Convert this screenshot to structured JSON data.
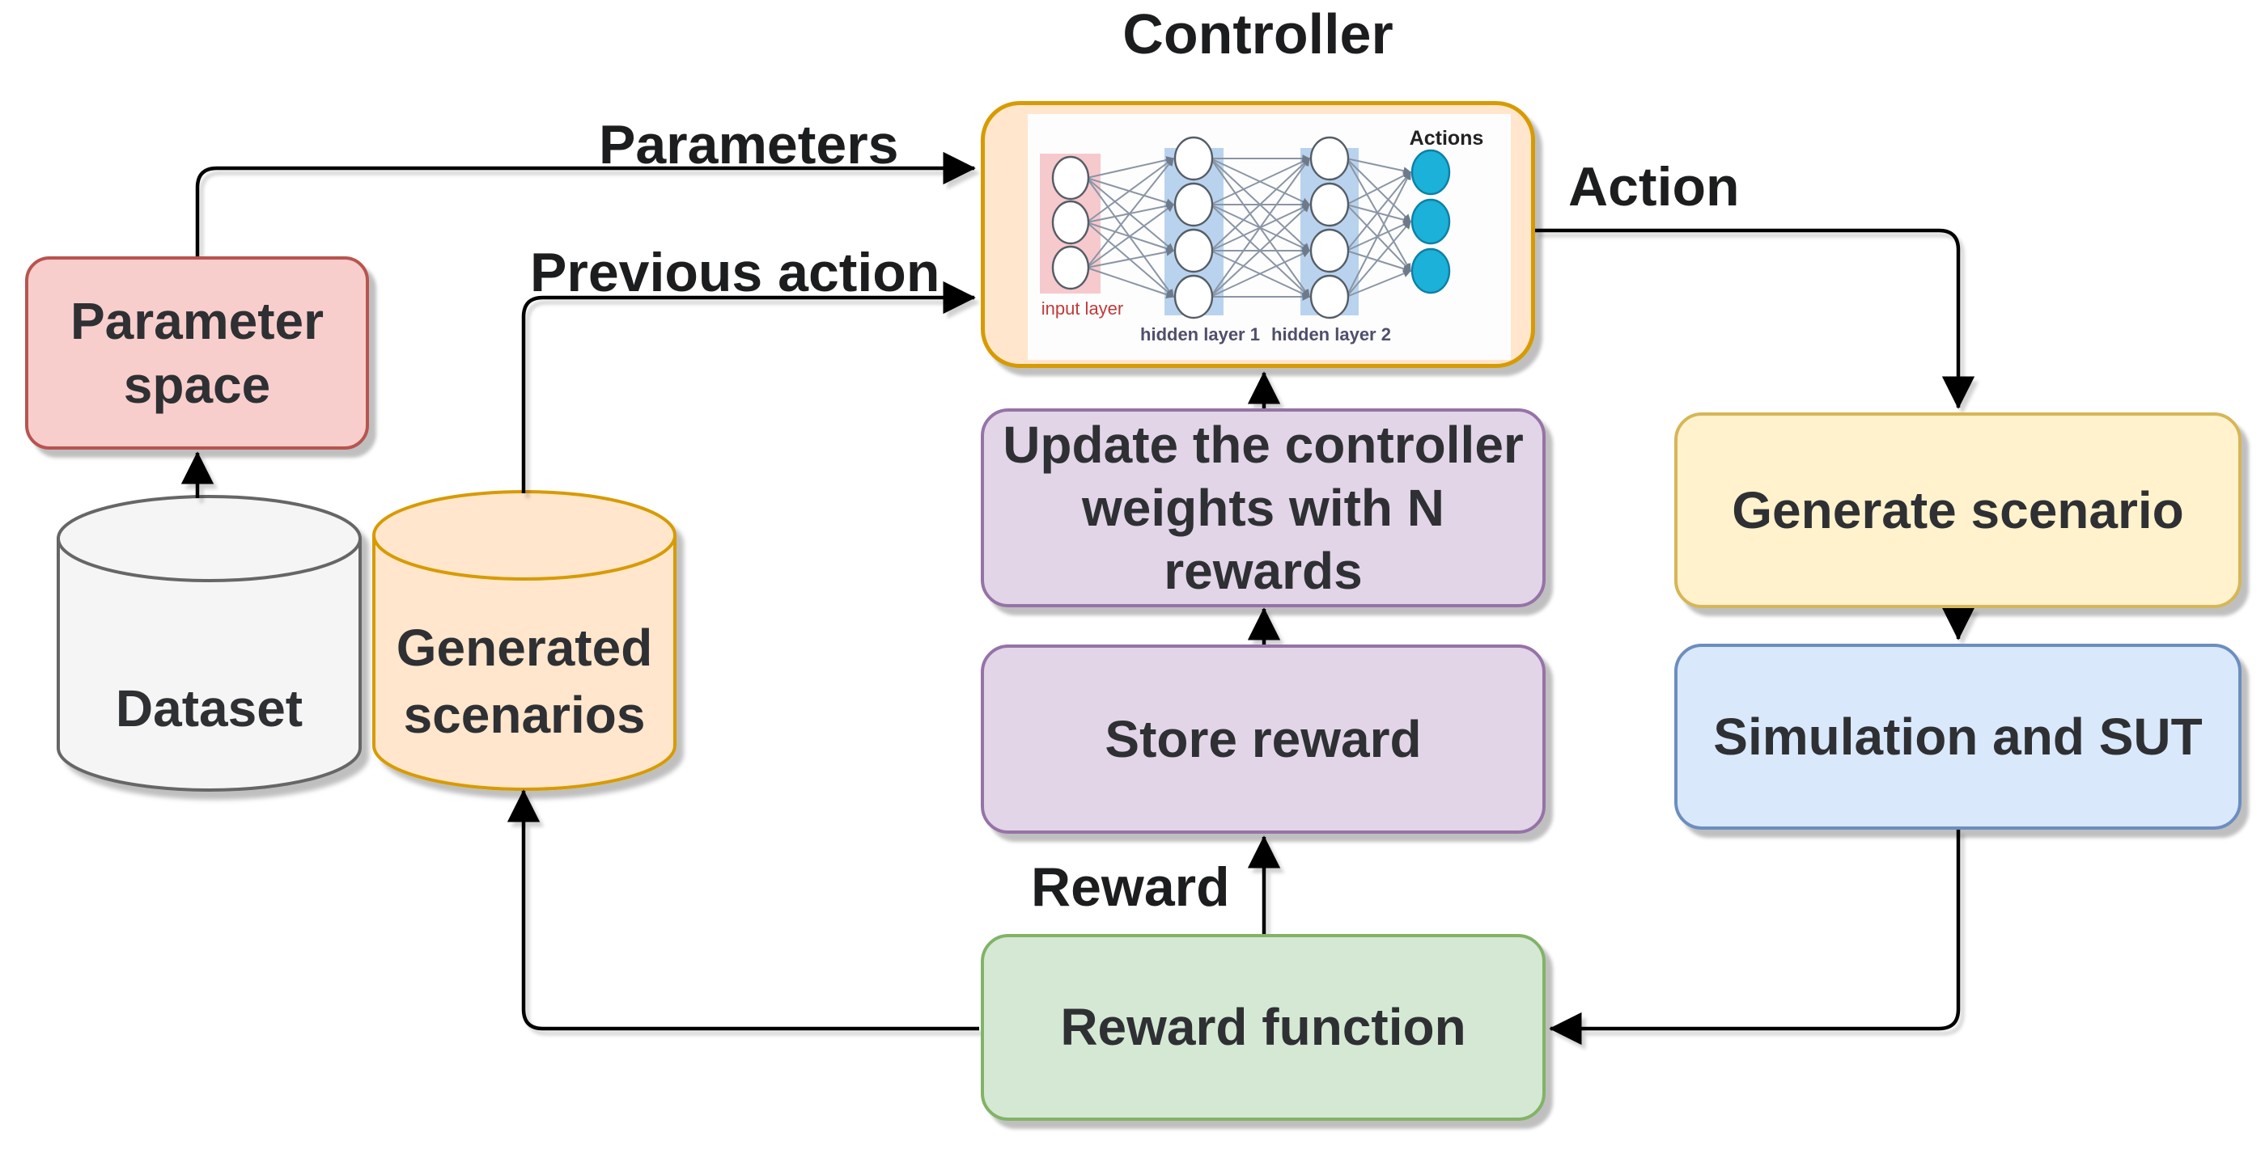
{
  "title": "Controller",
  "boxes": {
    "parameter_space": {
      "label": "Parameter space"
    },
    "dataset": {
      "label": "Dataset"
    },
    "generated_scenarios": {
      "label": "Generated scenarios"
    },
    "update_weights": {
      "label": "Update the controller weights with N rewards"
    },
    "store_reward": {
      "label": "Store reward"
    },
    "reward_function": {
      "label": "Reward function"
    },
    "generate_scenario": {
      "label": "Generate scenario"
    },
    "simulation_sut": {
      "label": "Simulation and SUT"
    }
  },
  "edge_labels": {
    "parameters": "Parameters",
    "previous_action": "Previous action",
    "action": "Action",
    "reward": "Reward"
  },
  "controller_nn": {
    "labels": {
      "input_layer": "input layer",
      "hidden_layer_1": "hidden layer 1",
      "hidden_layer_2": "hidden layer 2",
      "actions": "Actions"
    },
    "layer_sizes": [
      3,
      4,
      4,
      3
    ],
    "action_node_color": "#1bb1d8"
  },
  "palette": {
    "parameter_space": {
      "fill": "#f8cecc",
      "stroke": "#b85450"
    },
    "dataset": {
      "fill": "#f5f5f5",
      "stroke": "#666666"
    },
    "generated_scenarios": {
      "fill": "#ffe6cc",
      "stroke": "#d79b00"
    },
    "controller": {
      "fill": "#ffe6cc",
      "stroke": "#d79b00"
    },
    "update_weights": {
      "fill": "#e1d5e7",
      "stroke": "#9673a6"
    },
    "store_reward": {
      "fill": "#e1d5e7",
      "stroke": "#9673a6"
    },
    "reward_function": {
      "fill": "#d5e8d4",
      "stroke": "#82b366"
    },
    "generate_scenario": {
      "fill": "#fff2cc",
      "stroke": "#d6b656"
    },
    "simulation_sut": {
      "fill": "#dae8fc",
      "stroke": "#6c8ebf"
    },
    "arrow": "#000000",
    "nn_link": "#8a95a5",
    "nn_input_band": "#f6c9cd",
    "nn_hidden_band": "#b9d3ee"
  }
}
